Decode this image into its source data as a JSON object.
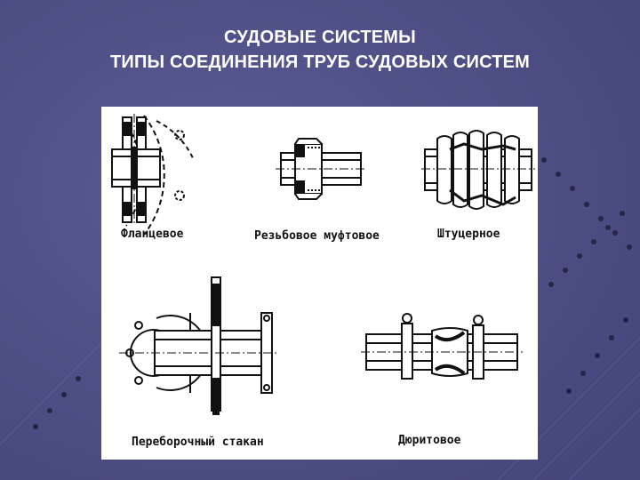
{
  "slide": {
    "title_line1": "СУДОВЫЕ СИСТЕМЫ",
    "title_line2": "ТИПЫ СОЕДИНЕНИЯ ТРУБ СУДОВЫХ СИСТЕМ",
    "background_color": "#4e4f86",
    "title_color": "#ffffff"
  },
  "figure": {
    "labels": {
      "flanged": "Фланцевое",
      "threaded_coupling": "Резьбовое муфтовое",
      "union": "Штуцерное",
      "bulkhead_sleeve": "Переборочный стакан",
      "durite": "Дюритовое"
    }
  }
}
